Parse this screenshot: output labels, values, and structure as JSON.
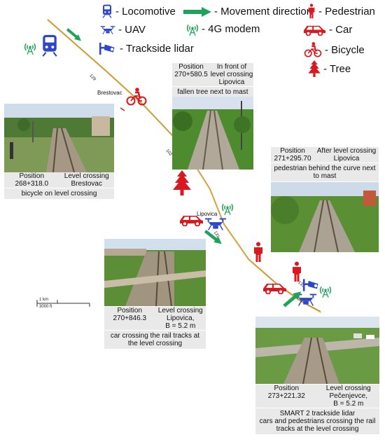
{
  "legend": {
    "locomotive": "- Locomotive",
    "movement": "- Movement  direction",
    "pedestrian": "- Pedestrian",
    "uav": "- UAV",
    "modem": "- 4G modem",
    "car": "- Car",
    "lidar": "- Trackside lidar",
    "bicycle": "- Bicycle",
    "tree": "- Tree"
  },
  "map": {
    "brestovac": "Brestovac",
    "lipovica": "Lipovica",
    "km_markers": [
      "129",
      "102",
      "131",
      "133"
    ],
    "scale_km": "1 km",
    "scale_ft": "3000 ft"
  },
  "captions": {
    "brestovac": {
      "position_label": "Position",
      "position_value": "268+318.0",
      "type": "Level crossing",
      "name": "Brestovac",
      "note": "bicycle on level crossing"
    },
    "front_lipovica": {
      "position_label": "Position",
      "position_value": "270+580.5",
      "type": "In front of level crossing",
      "name": "Lipovica",
      "note": "fallen tree next to mast"
    },
    "after_lipovica": {
      "position_label": "Position",
      "position_value": "271+295.70",
      "type": "After level crossing",
      "name": "Lipovica",
      "note": "pedestrian behind the curve next to mast"
    },
    "lipovica": {
      "position_label": "Position",
      "position_value": "270+846.3",
      "type": "Level crossing",
      "name": "Lipovica,",
      "extra": "B = 5.2 m",
      "note": "car crossing the rail tracks at the  level crossing"
    },
    "pecenjevce": {
      "position_label": "Position",
      "position_value": "273+221.32",
      "type": "Level crossing",
      "name": "Pečenjevce,",
      "extra": "B = 5.2 m",
      "note1": "SMART 2 trackside lidar",
      "note2": "cars and pedestrians crossing the rail tracks at the level crossing"
    }
  },
  "colors": {
    "blue": "#2e47c9",
    "green": "#1fa35a",
    "red": "#d9191f",
    "track": "#c8952a"
  }
}
